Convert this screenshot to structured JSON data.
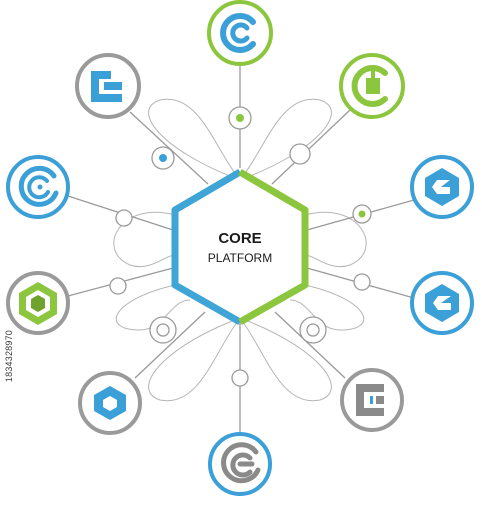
{
  "center": {
    "title_line1": "CORE",
    "title_line2": "PLATFORM",
    "border_colors": [
      "#3fa4d6",
      "#8cc63f"
    ]
  },
  "colors": {
    "blue": "#3b9fd8",
    "green": "#8cc63f",
    "gray": "#9a9a9a",
    "line": "#9a9a9a"
  },
  "nodes": [
    {
      "id": "top",
      "ring": "green",
      "glyph": "blue",
      "icon": "double-c-logo-icon"
    },
    {
      "id": "upper-right",
      "ring": "green",
      "glyph": "green",
      "icon": "c-with-square-logo-icon"
    },
    {
      "id": "right-1",
      "ring": "blue",
      "glyph": "blue",
      "icon": "hex-c-logo-icon"
    },
    {
      "id": "right-2",
      "ring": "blue",
      "glyph": "blue",
      "icon": "hex-c-logo-icon"
    },
    {
      "id": "lower-right",
      "ring": "gray",
      "glyph": "gray",
      "icon": "square-c-logo-icon"
    },
    {
      "id": "bottom",
      "ring": "blue",
      "glyph": "gray",
      "icon": "spiral-c-logo-icon"
    },
    {
      "id": "lower-left",
      "ring": "gray",
      "glyph": "blue",
      "icon": "hexagon-logo-icon"
    },
    {
      "id": "left-2",
      "ring": "gray",
      "glyph": "green",
      "icon": "nested-hexagon-logo-icon"
    },
    {
      "id": "left-1",
      "ring": "blue",
      "glyph": "blue",
      "icon": "concentric-c-logo-icon"
    },
    {
      "id": "upper-left",
      "ring": "gray",
      "glyph": "blue",
      "icon": "l-c-logo-icon"
    }
  ],
  "credit": "1834328970"
}
